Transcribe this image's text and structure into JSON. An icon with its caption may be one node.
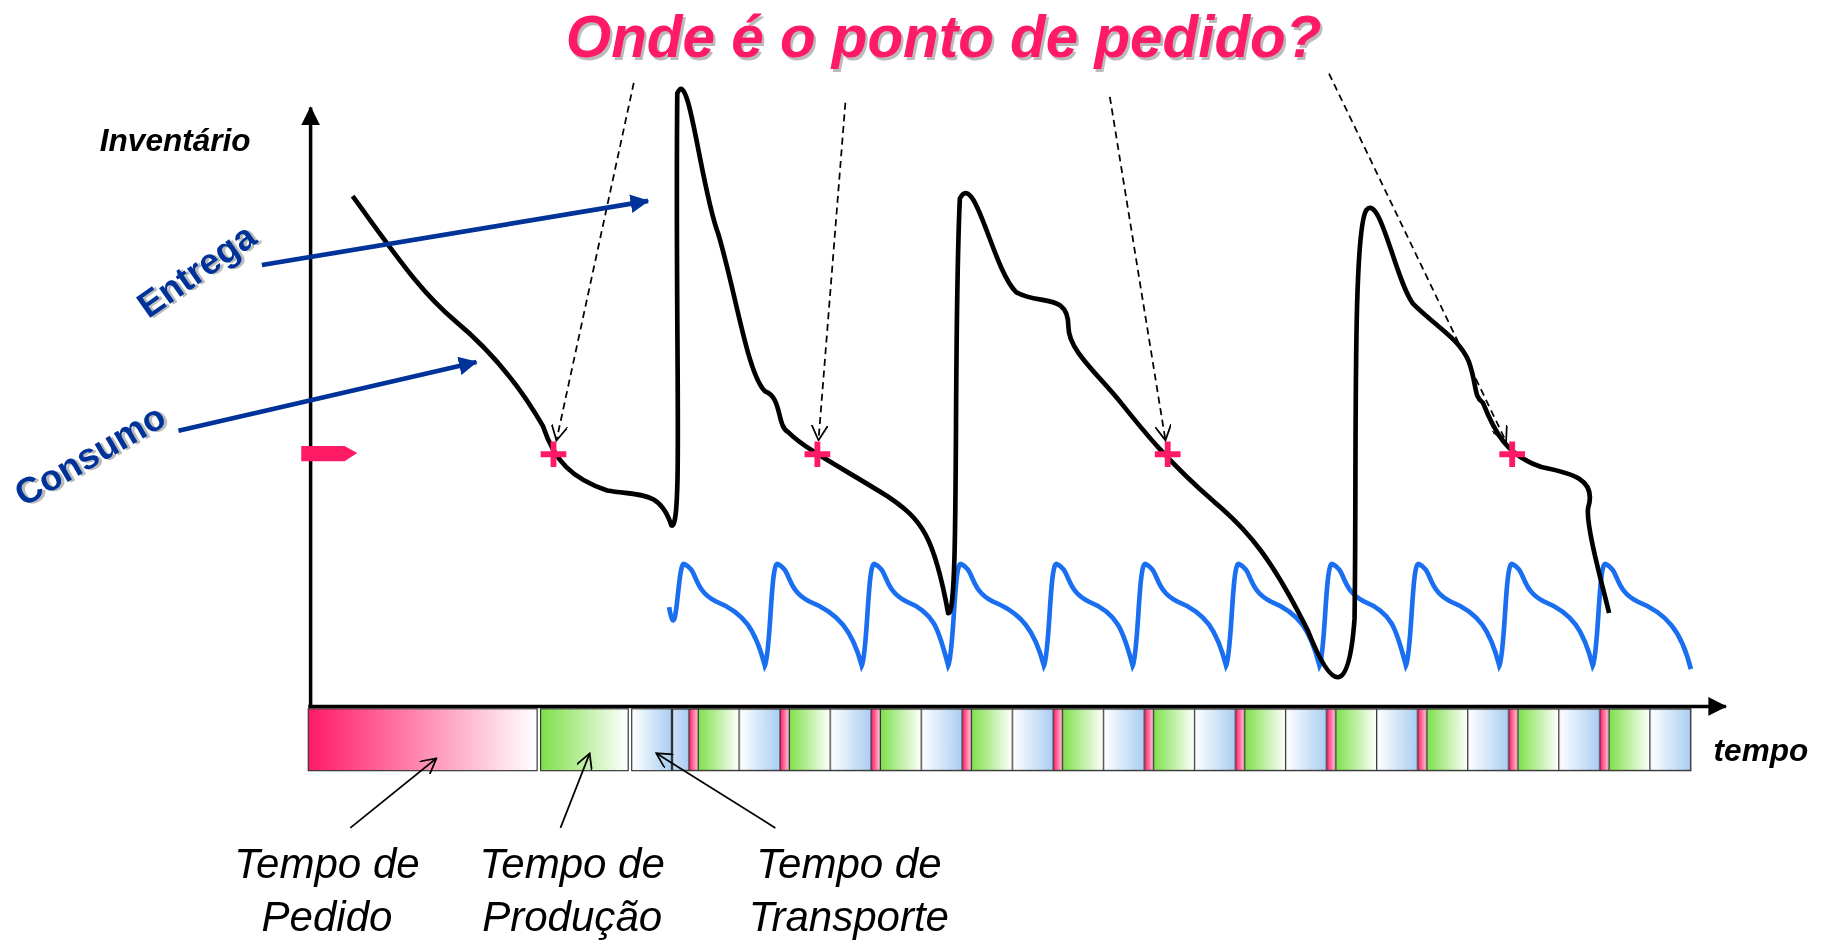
{
  "diagram": {
    "nodes": [
      {
        "text": [
          "Onde é o ponto de pedido?"
        ]
      },
      {
        "text": [],
        "shape": "cross"
      },
      {
        "text": [],
        "shape": "cross"
      },
      {
        "text": [],
        "shape": "cross"
      },
      {
        "text": [],
        "shape": "cross"
      },
      {
        "text": [
          "Entrega"
        ]
      },
      {
        "text": [
          "Consumo"
        ]
      },
      {
        "text": [
          "Tempo de Pedido"
        ]
      },
      {
        "text": [
          "Tempo de Produção"
        ]
      },
      {
        "text": [
          "Tempo de Transporte"
        ]
      },
      {
        "text": [],
        "shape": "bar"
      },
      {
        "text": [],
        "shape": "bar"
      },
      {
        "text": [],
        "shape": "bar"
      }
    ],
    "edges": [
      {
        "from": 0,
        "to": 1,
        "arrow": "to",
        "style": "dashed"
      },
      {
        "from": 0,
        "to": 2,
        "arrow": "to",
        "style": "dashed"
      },
      {
        "from": 0,
        "to": 3,
        "arrow": "to",
        "style": "dashed"
      },
      {
        "from": 0,
        "to": 4,
        "arrow": "to",
        "style": "dashed"
      },
      {
        "from": 5,
        "to": null,
        "arrow": "to",
        "color": "#003399",
        "style": "thick"
      },
      {
        "from": 6,
        "to": null,
        "arrow": "to",
        "color": "#003399",
        "style": "thick"
      },
      {
        "from": 7,
        "to": 10,
        "arrow": "to"
      },
      {
        "from": 8,
        "to": 11,
        "arrow": "to"
      },
      {
        "from": 9,
        "to": 12,
        "arrow": "to"
      }
    ],
    "labels": [
      "Inventário",
      "tempo"
    ]
  }
}
